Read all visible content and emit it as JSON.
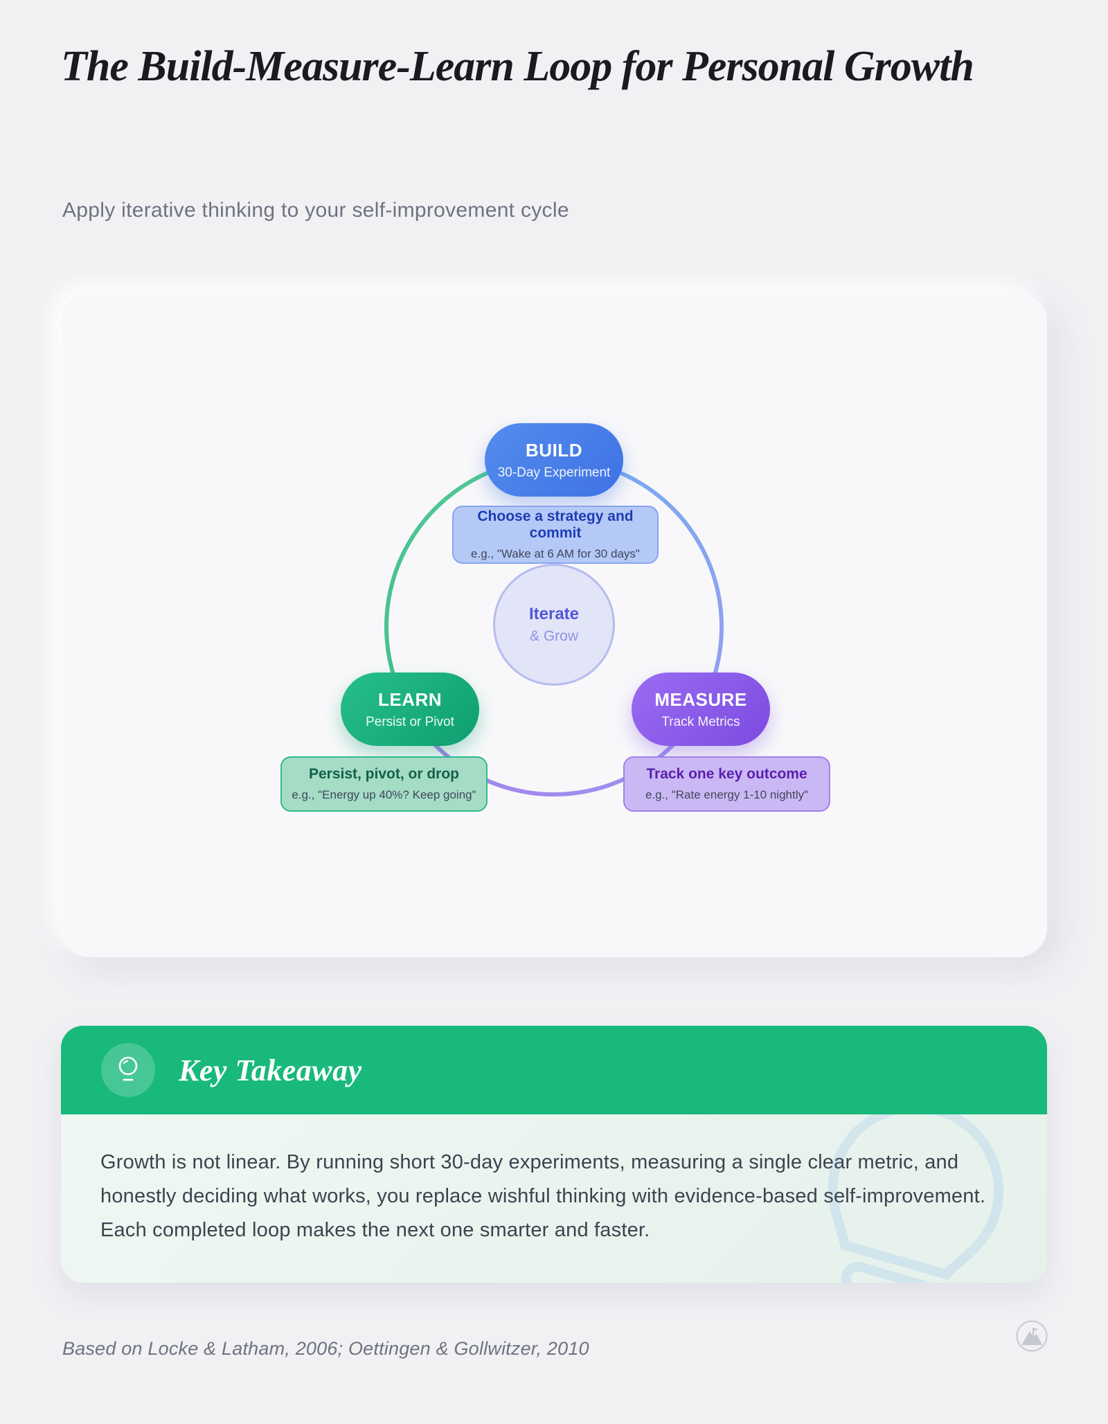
{
  "page": {
    "title": "The Build-Measure-Learn Loop for Personal Growth",
    "subtitle": "Apply iterative thinking to your self-improvement cycle",
    "footer_citation": "Based on Locke & Latham, 2006; Oettingen & Gollwitzer, 2010"
  },
  "diagram": {
    "center": {
      "title": "Iterate",
      "subtitle": "& Grow"
    },
    "nodes": [
      {
        "id": "build",
        "label": "BUILD",
        "sublabel": "30-Day Experiment",
        "callout_title": "Choose a strategy and commit",
        "callout_example": "e.g., \"Wake at 6 AM for 30 days\""
      },
      {
        "id": "measure",
        "label": "MEASURE",
        "sublabel": "Track Metrics",
        "callout_title": "Track one key outcome",
        "callout_example": "e.g., \"Rate energy 1-10 nightly\""
      },
      {
        "id": "learn",
        "label": "LEARN",
        "sublabel": "Persist or Pivot",
        "callout_title": "Persist, pivot, or drop",
        "callout_example": "e.g., \"Energy up 40%? Keep going\""
      }
    ],
    "colors": {
      "build_blue": "#4a80e8",
      "measure_purple": "#8a5cf0",
      "learn_green": "#17b583",
      "ring_blue": "#79aaf2",
      "ring_purple": "#a188ee",
      "ring_green": "#4cc192",
      "center_lavender": "#e2e4f8"
    }
  },
  "takeaway": {
    "heading": "Key Takeaway",
    "body": "Growth is not linear. By running short 30-day experiments, measuring a single clear metric, and honestly deciding what works, you replace wishful thinking with evidence-based self-improvement. Each completed loop makes the next one smarter and faster.",
    "accent_green": "#19b97c"
  }
}
